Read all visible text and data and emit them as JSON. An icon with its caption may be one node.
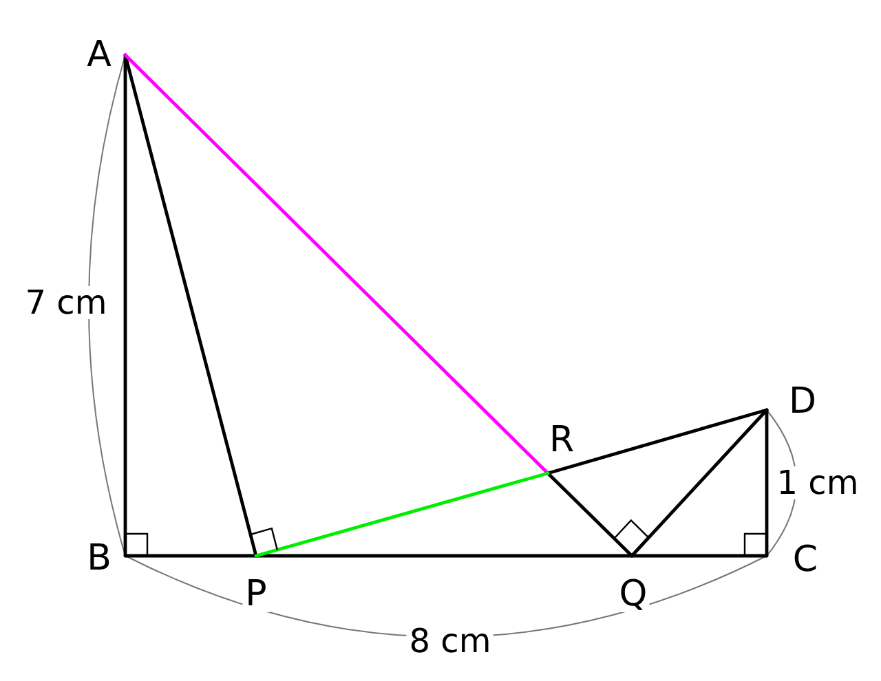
{
  "diagram": {
    "labels": [
      "A",
      "7 cm",
      "R",
      "D",
      "1 cm",
      "B",
      "P",
      "Q",
      "C",
      "8 cm"
    ]
  }
}
